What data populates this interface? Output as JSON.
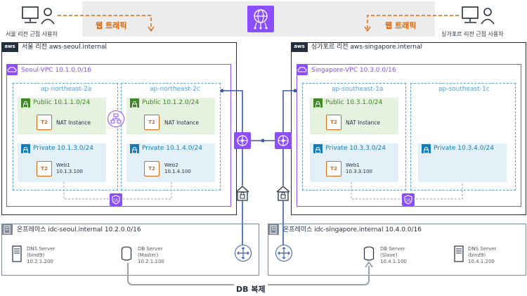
{
  "top": {
    "seoul_user": "서울 리전 근접 사용자",
    "singapore_user": "싱가포르 리전 근접 사용자",
    "traffic_left": "웹 트래픽",
    "traffic_right": "웹 트래픽"
  },
  "seoul": {
    "aws": "aws",
    "region": "서울 리전 aws-seoul.internal",
    "vpc": "Seoul-VPC 10.1.0.0/16",
    "az1": "ap-northeast-2a",
    "az2": "ap-northeast-2c",
    "pub1": "Public 10.1.1.0/24",
    "pub2": "Public 10.1.2.0/24",
    "nat1": "NAT Instance",
    "nat2": "NAT Instance",
    "priv1": "Private 10.1.3.0/24",
    "priv2": "Private 10.1.4.0/24",
    "web1_name": "Web1",
    "web1_ip": "10.1.3.100",
    "web2_name": "Web2",
    "web2_ip": "10.1.4.100"
  },
  "singapore": {
    "aws": "aws",
    "region": "싱가포르 리전 aws-singapore.internal",
    "vpc": "Singapore-VPC 10.3.0.0/16",
    "az1": "ap-southeast-1a",
    "az2": "ap-southeast-1c",
    "pub1": "Public 10.3.1.0/24",
    "nat1": "NAT Instance",
    "priv1": "Private 10.3.3.0/24",
    "priv2": "Private 10.3.4.0/24",
    "web1_name": "Web1",
    "web1_ip": "10.3.3.100"
  },
  "chip_label": "T2",
  "onprem_seoul": {
    "title": "온프레미스 idc-seoul.internal  10.2.0.0/16",
    "dns_name": "DNS Server",
    "dns_sub": "(bind9)",
    "dns_ip": "10.2.1.200",
    "db_name": "DB Server",
    "db_sub": "(Master)",
    "db_ip": "10.2.1.100"
  },
  "onprem_sg": {
    "title": "온프레미스 idc-singapore.internal  10.4.0.0/16",
    "db_name": "DB Server",
    "db_sub": "(Slave)",
    "db_ip": "10.4.1.100",
    "dns_name": "DNS Server",
    "dns_sub": "(bind9)",
    "dns_ip": "10.4.1.200"
  },
  "db_replication": "DB 복제",
  "colors": {
    "traffic": "#d86613",
    "vpc": "#8c4fff",
    "public": "#3f8624",
    "private": "#147eba",
    "line": "#3b5ba9"
  }
}
